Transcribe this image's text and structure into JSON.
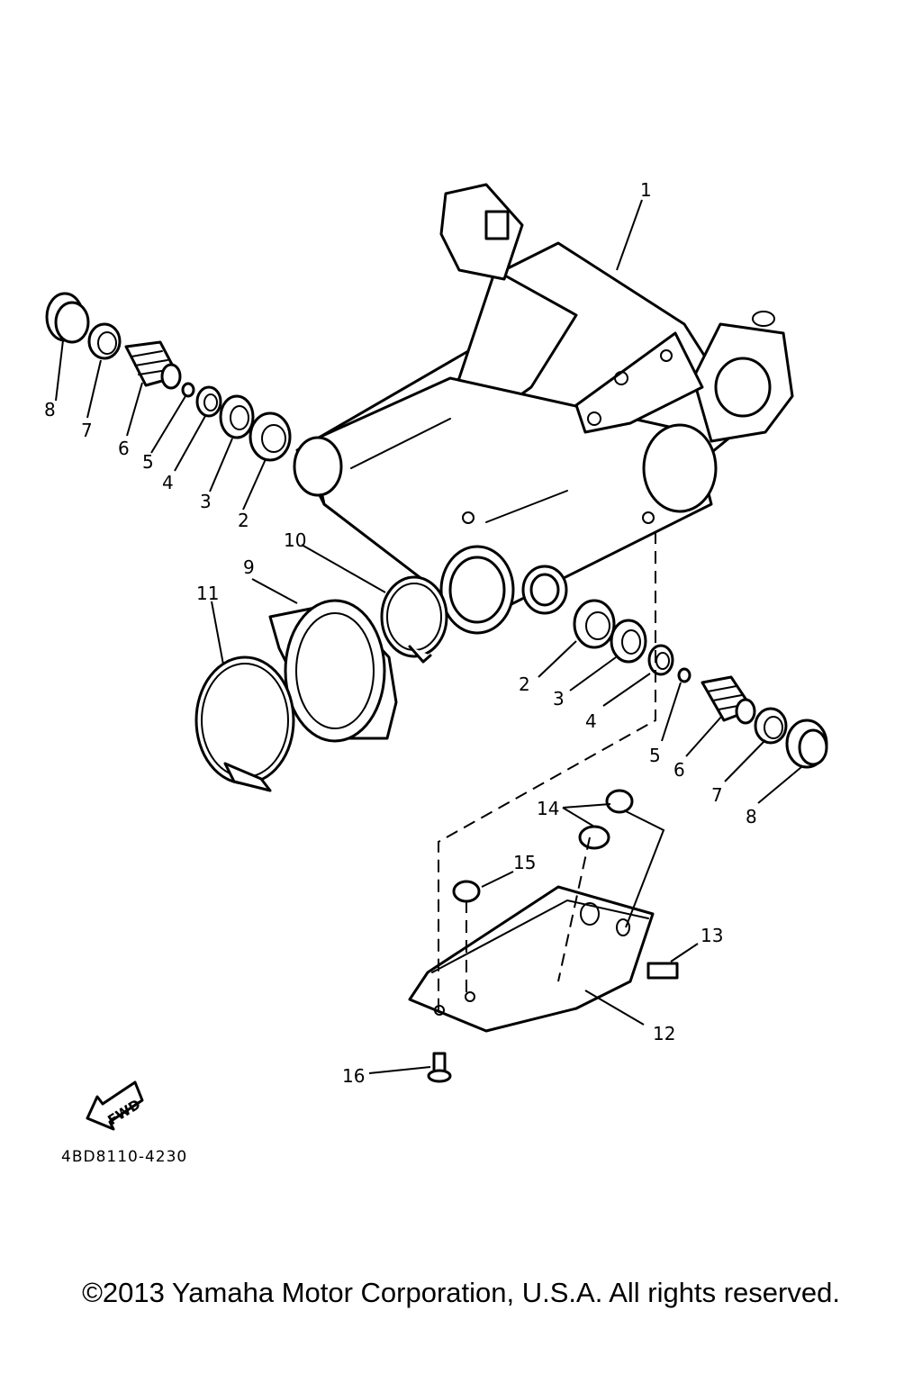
{
  "diagram": {
    "part_numbers": {
      "p1": "1",
      "p2a": "2",
      "p3a": "3",
      "p4a": "4",
      "p5a": "5",
      "p6a": "6",
      "p7a": "7",
      "p8a": "8",
      "p2b": "2",
      "p3b": "3",
      "p4b": "4",
      "p5b": "5",
      "p6b": "6",
      "p7b": "7",
      "p8b": "8",
      "p9": "9",
      "p10": "10",
      "p11": "11",
      "p12": "12",
      "p13": "13",
      "p14": "14",
      "p15": "15",
      "p16": "16"
    },
    "fwd_label": "FWD",
    "drawing_code": "4BD8110-4230",
    "copyright": "©2013 Yamaha Motor Corporation, U.S.A. All rights reserved."
  }
}
